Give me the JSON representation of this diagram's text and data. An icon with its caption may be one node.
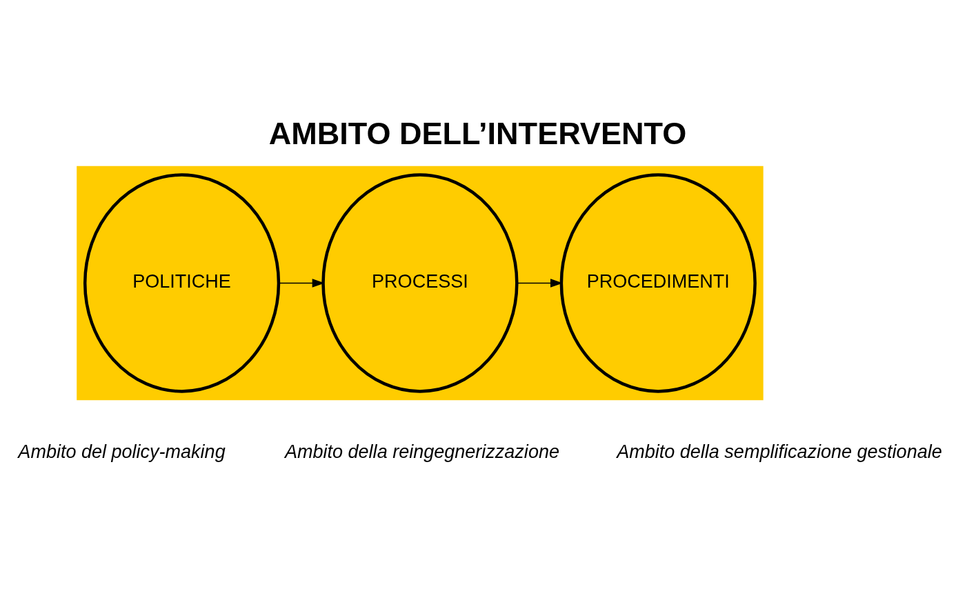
{
  "diagram": {
    "title": "AMBITO DELL’INTERVENTO",
    "nodes": [
      {
        "text": [],
        "shape": "box"
      },
      {
        "text": [
          "POLITICHE"
        ],
        "in": 0
      },
      {
        "text": [
          "PROCESSI"
        ],
        "in": 0
      },
      {
        "text": [
          "PROCEDIMENTI"
        ],
        "in": 0
      }
    ],
    "edges": [
      {
        "from": 1,
        "to": 2,
        "arrow": "to"
      },
      {
        "from": 2,
        "to": 3,
        "arrow": "to"
      }
    ],
    "labels": [
      "Ambito della reingegnerizzazione",
      "Ambito del policy-making",
      "Ambito della semplificazione gestionale"
    ]
  }
}
